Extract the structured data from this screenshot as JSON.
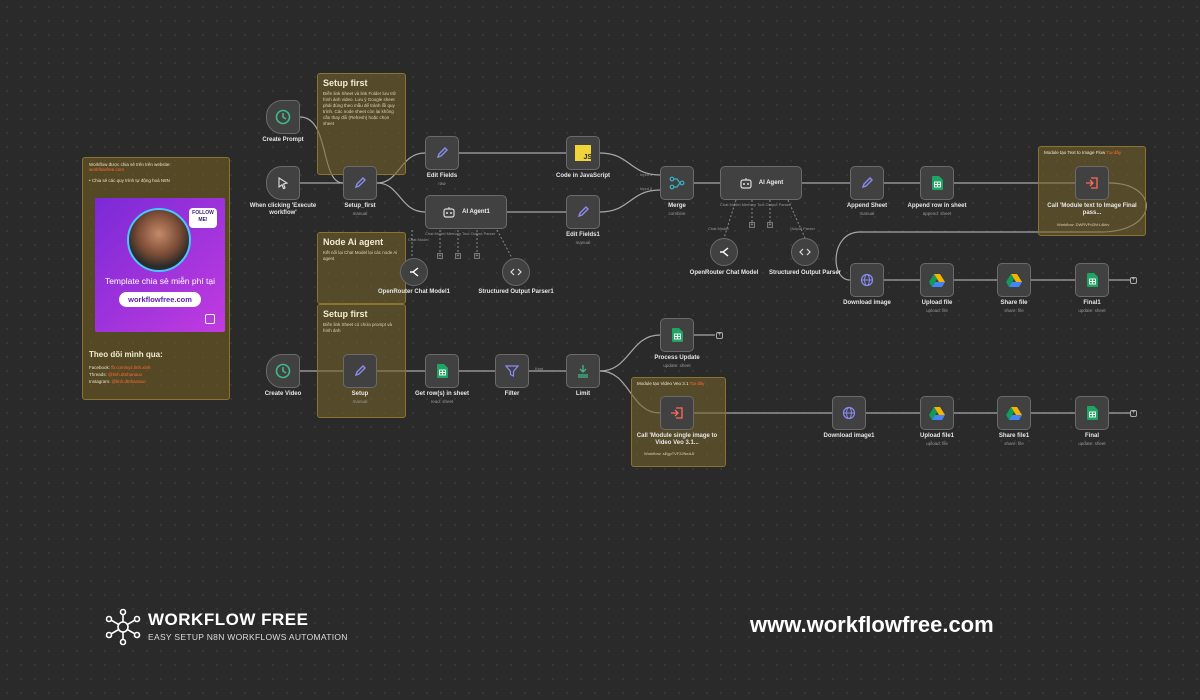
{
  "info_panel": {
    "line1": "Workflow được chia sẻ trên trên website:",
    "link": "workflowfree.com",
    "line2": "• Chia sẻ các quy trình tự động hoá N8N",
    "promo": {
      "follow": "FOLLOW ME!",
      "caption": "Template chia sẻ miễn phí tại",
      "button": "workflowfree.com"
    },
    "follow_title": "Theo dõi mình qua:",
    "socials": [
      {
        "label": "Facebook:",
        "value": "fb.com/xyz.linh.xinh"
      },
      {
        "label": "Threads:",
        "value": "@linh.dtnhanauo"
      },
      {
        "label": "Instagram:",
        "value": "@linh.dtnhanauo"
      }
    ]
  },
  "stickies": {
    "setup1": {
      "title": "Setup first",
      "body": "Điền link Sheet và link Folder lưu trữ hình ảnh video. Lưu ý Google sheet phải đúng theo mẫu để tránh lỗi quy trình. Các node sheet còn lại không cần thay đổi (Refresh) hoặc chọn sheet"
    },
    "agent": {
      "title": "Node Ai agent",
      "body": "Kết nối lại Chat Model lại các node Ai agent"
    },
    "setup2": {
      "title": "Setup first",
      "body": "Điền link Sheet có chứa prompt và hình ảnh"
    },
    "module_image": {
      "title": "Module tạo Text to Image Flow",
      "hl": "Tại đây",
      "foot": "Workflow: DWRVPd3VrL4khv"
    },
    "module_video": {
      "title": "Module tạo Video Veo 3.1",
      "hl": "Tại đây",
      "foot": "Workflow: sEgpTVF3JNeAJf"
    }
  },
  "nodes": {
    "create_prompt": {
      "label": "Create Prompt"
    },
    "manual_trigger": {
      "label": "When clicking 'Execute workflow'"
    },
    "setup_first": {
      "label": "Setup_first",
      "sub": "manual"
    },
    "edit_fields": {
      "label": "Edit Fields",
      "sub": "raw"
    },
    "code_js": {
      "label": "Code in JavaScript"
    },
    "ai_agent1": {
      "label": "AI Agent1"
    },
    "edit_fields1": {
      "label": "Edit Fields1",
      "sub": "manual"
    },
    "merge": {
      "label": "Merge",
      "sub": "combine"
    },
    "ai_agent": {
      "label": "AI Agent"
    },
    "append_sheet": {
      "label": "Append Sheet",
      "sub": "manual"
    },
    "append_row": {
      "label": "Append row in sheet",
      "sub": "append: sheet"
    },
    "call_module_text": {
      "label": "Call 'Module text to Image Final pass..."
    },
    "openrouter1": {
      "label": "OpenRouter Chat Model1"
    },
    "parser1": {
      "label": "Structured Output Parser1"
    },
    "openrouter": {
      "label": "OpenRouter Chat Model"
    },
    "parser": {
      "label": "Structured Output Parser"
    },
    "download_image": {
      "label": "Download image"
    },
    "upload_file": {
      "label": "Upload file",
      "sub": "upload: file"
    },
    "share_file": {
      "label": "Share file",
      "sub": "share: file"
    },
    "final1": {
      "label": "Final1",
      "sub": "update: sheet"
    },
    "create_video": {
      "label": "Create Video"
    },
    "setup": {
      "label": "Setup",
      "sub": "manual"
    },
    "get_rows": {
      "label": "Get row(s) in sheet",
      "sub": "read: sheet"
    },
    "filter": {
      "label": "Filter"
    },
    "limit": {
      "label": "Limit"
    },
    "process_update": {
      "label": "Process Update",
      "sub": "update: sheet"
    },
    "call_module_video": {
      "label": "Call 'Module single image to Video Veo 3.1..."
    },
    "download_image1": {
      "label": "Download image1"
    },
    "upload_file1": {
      "label": "Upload file1",
      "sub": "upload: file"
    },
    "share_file1": {
      "label": "Share file1",
      "sub": "share: file"
    },
    "final": {
      "label": "Final",
      "sub": "update: sheet"
    }
  },
  "ports": {
    "chat_model": "Chat Model",
    "memory": "Memory",
    "tool": "Tool",
    "output_parser": "Output Parser",
    "chat_model_memory_tool_output": "Chat Model  Memory  Tool  Output Parser",
    "input1": "Input 1",
    "input2": "Input 2",
    "kept": "Kept"
  },
  "footer": {
    "brand": "WORKFLOW FREE",
    "tagline": "EASY SETUP N8N WORKFLOWS AUTOMATION",
    "website": "www.workflowfree.com"
  },
  "colors": {
    "background": "#2a2a2a",
    "sticky": "#7a6428",
    "highlight": "#ff6a3a",
    "sheet_green": "#1fa463",
    "js_yellow": "#f0d43a"
  }
}
